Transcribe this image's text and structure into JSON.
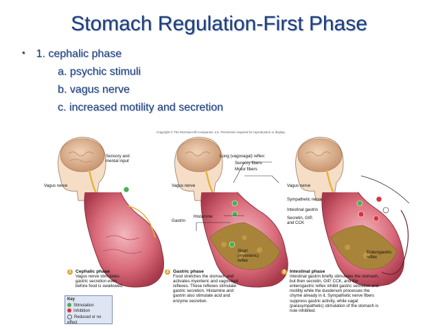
{
  "slide": {
    "title": "Stomach Regulation-First Phase",
    "bullet_marker": "•",
    "bullet": "1.  cephalic phase",
    "subitems": [
      "a.  psychic stimuli",
      "b.  vagus nerve",
      "c.  increased motility and secretion"
    ]
  },
  "figure": {
    "copyright": "Copyright © The McGraw-Hill Companies, Inc. Permission required for reproduction or display.",
    "panel1": {
      "sensory": "Sensory and\nmental input",
      "vagus": "Vagus nerve"
    },
    "panel2": {
      "reflex": "Long (vagovagal) reflex:",
      "sensory_fibers": "Sensory fibers",
      "motor_fibers": "Motor fibers",
      "vagus": "Vagus nerve",
      "gastrin": "Gastrin",
      "histamine": "Histamine",
      "short_reflex": "Short\n(myenteric)\nreflex"
    },
    "panel3": {
      "vagus": "Vagus nerve",
      "sympathetic": "Sympathetic nerve",
      "intestinal_gastrin": "Intestinal gastrin",
      "secretin": "Secretin, GIP,\nand CCK",
      "enterogastric": "Enterogastric\nreflex"
    },
    "captions": [
      {
        "num": "1",
        "head": "Cephalic phase",
        "body": "Vagus nerve stimulates\ngastric secretion even\nbefore food is swallowed."
      },
      {
        "num": "2",
        "head": "Gastric phase",
        "body": "Food stretches the stomach and\nactivates myenteric and vagovagal\nreflexes. These reflexes stimulate\ngastric secretion. Histamine and\ngastrin also stimulate acid and\nenzyme secretion."
      },
      {
        "num": "3",
        "head": "Intestinal phase",
        "body": "Intestinal gastrin briefly stimulates the stomach,\nbut then secretin, GIP, CCK, and the\nenterogastric reflex inhibit gastric secretion and\nmotility while the duodenum processes the\nchyme already in it. Sympathetic nerve fibers\nsuppress gastric activity, while vagal\n(parasympathetic) stimulation of the stomach is\nnow inhibited."
      }
    ],
    "key": {
      "title": "Key",
      "items": [
        "Stimulation",
        "Inhibition",
        "Reduced or no effect"
      ]
    },
    "colors": {
      "stimulation": "#4caf50",
      "inhibition": "#d9333a",
      "title": "#1f3f7a"
    }
  }
}
